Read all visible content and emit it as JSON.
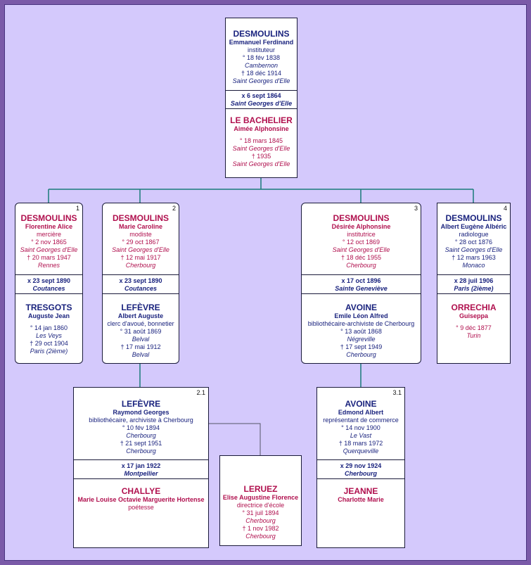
{
  "root": {
    "husband": {
      "surname": "DESMOULINS",
      "given": "Emmanuel Ferdinand",
      "occupation": "instituteur",
      "birth": "° 18 fév 1838",
      "birth_place": "Cambernon",
      "death": "† 18 déc 1914",
      "death_place": "Saint Georges d'Elle"
    },
    "marriage": {
      "date": "x 6 sept 1864",
      "place": "Saint Georges d'Elle"
    },
    "wife": {
      "surname": "LE BACHELIER",
      "given": "Aimée Alphonsine",
      "birth": "° 18 mars 1845",
      "birth_place": "Saint Georges d'Elle",
      "death": "† 1935",
      "death_place": "Saint Georges d'Elle"
    }
  },
  "children": [
    {
      "num": "1",
      "person": {
        "surname": "DESMOULINS",
        "given": "Florentine Alice",
        "occupation": "mercière",
        "birth": "° 2 nov 1865",
        "birth_place": "Saint Georges d'Elle",
        "death": "† 20 mars 1947",
        "death_place": "Rennes"
      },
      "marriage": {
        "date": "x 23 sept 1890",
        "place": "Coutances"
      },
      "spouse": {
        "surname": "TRESGOTS",
        "given": "Auguste Jean",
        "birth": "° 14 jan 1860",
        "birth_place": "Les Veys",
        "death": "† 29 oct 1904",
        "death_place": "Paris (2ième)"
      }
    },
    {
      "num": "2",
      "person": {
        "surname": "DESMOULINS",
        "given": "Marie Caroline",
        "occupation": "modiste",
        "birth": "° 29 oct 1867",
        "birth_place": "Saint Georges d'Elle",
        "death": "† 12 mai 1917",
        "death_place": "Cherbourg"
      },
      "marriage": {
        "date": "x 23 sept 1890",
        "place": "Coutances"
      },
      "spouse": {
        "surname": "LEFÈVRE",
        "given": "Albert Auguste",
        "occupation": "clerc d'avoué, bonnetier",
        "birth": "° 31 août 1869",
        "birth_place": "Belval",
        "death": "† 17 mai 1912",
        "death_place": "Belval"
      }
    },
    {
      "num": "3",
      "person": {
        "surname": "DESMOULINS",
        "given": "Désirée Alphonsine",
        "occupation": "institutrice",
        "birth": "° 12 oct 1869",
        "birth_place": "Saint Georges d'Elle",
        "death": "† 18 déc 1955",
        "death_place": "Cherbourg"
      },
      "marriage": {
        "date": "x 17 oct 1896",
        "place": "Sainte Geneviève"
      },
      "spouse": {
        "surname": "AVOINE",
        "given": "Emile Léon Alfred",
        "occupation": "bibliothécaire-archiviste de Cherbourg",
        "birth": "° 13 août 1868",
        "birth_place": "Négreville",
        "death": "† 17 sept 1949",
        "death_place": "Cherbourg"
      }
    },
    {
      "num": "4",
      "person": {
        "surname": "DESMOULINS",
        "given": "Albert Eugène Albéric",
        "occupation": "radiologue",
        "birth": "° 28 oct 1876",
        "birth_place": "Saint Georges d'Elle",
        "death": "† 12 mars 1963",
        "death_place": "Monaco"
      },
      "marriage": {
        "date": "x 28 juil 1906",
        "place": "Paris (2ième)"
      },
      "spouse": {
        "surname": "ORRECHIA",
        "given": "Guiseppa",
        "birth": "° 9 déc 1877",
        "birth_place": "Turin"
      }
    }
  ],
  "grandchildren": [
    {
      "num": "2.1",
      "person": {
        "surname": "LEFÈVRE",
        "given": "Raymond Georges",
        "occupation": "bibliothécaire, archiviste à Cherbourg",
        "birth": "° 10 fév 1894",
        "birth_place": "Cherbourg",
        "death": "† 21 sept 1951",
        "death_place": "Cherbourg"
      },
      "marriage": {
        "date": "x 17 jan 1922",
        "place": "Montpellier"
      },
      "spouse": {
        "surname": "CHALLYE",
        "given": "Marie Louise Octavie Marguerite Hortense",
        "occupation": "poétesse"
      },
      "second_spouse": {
        "surname": "LERUEZ",
        "given": "Elise Augustine Florence",
        "occupation": "directrice d'école",
        "birth": "° 31 juil 1894",
        "birth_place": "Cherbourg",
        "death": "† 1 nov 1982",
        "death_place": "Cherbourg"
      }
    },
    {
      "num": "3.1",
      "person": {
        "surname": "AVOINE",
        "given": "Edmond Albert",
        "occupation": "représentant de commerce",
        "birth": "° 14 nov 1900",
        "birth_place": "Le Vast",
        "death": "† 18 mars 1972",
        "death_place": "Querqueville"
      },
      "marriage": {
        "date": "x 29 nov 1924",
        "place": "Cherbourg"
      },
      "spouse": {
        "surname": "JEANNE",
        "given": "Charlotte Marie"
      }
    }
  ],
  "colors": {
    "background": "#d4c9fc",
    "frame": "#7a5aa8",
    "link": "#1a7a7a",
    "male": "#1a237e",
    "female": "#b0104e"
  }
}
